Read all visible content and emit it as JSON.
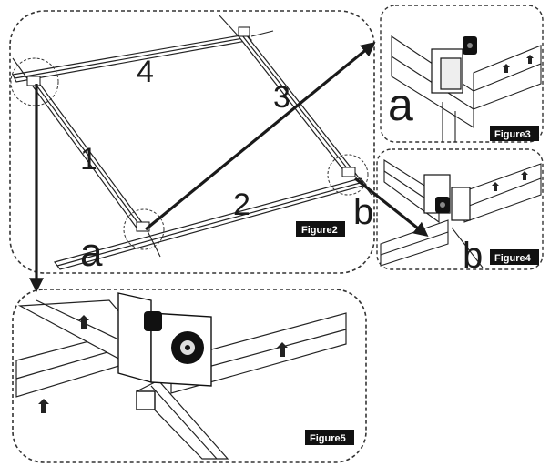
{
  "figures": {
    "main": {
      "caption": "Figure2",
      "numbers": [
        "1",
        "2",
        "3",
        "4"
      ],
      "joint_a": "a",
      "joint_b": "b"
    },
    "detail_a": {
      "caption": "Figure3",
      "letter": "a"
    },
    "detail_b": {
      "caption": "Figure4",
      "letter": "b"
    },
    "detail_joint": {
      "caption": "Figure5"
    }
  },
  "colors": {
    "line": "#1a1a1a",
    "panel_border": "#333333",
    "tag_bg": "#111111",
    "tag_text": "#ffffff",
    "rail_fill": "#ffffff"
  },
  "icons": [
    "arrow",
    "bracket-clamp",
    "knob"
  ]
}
